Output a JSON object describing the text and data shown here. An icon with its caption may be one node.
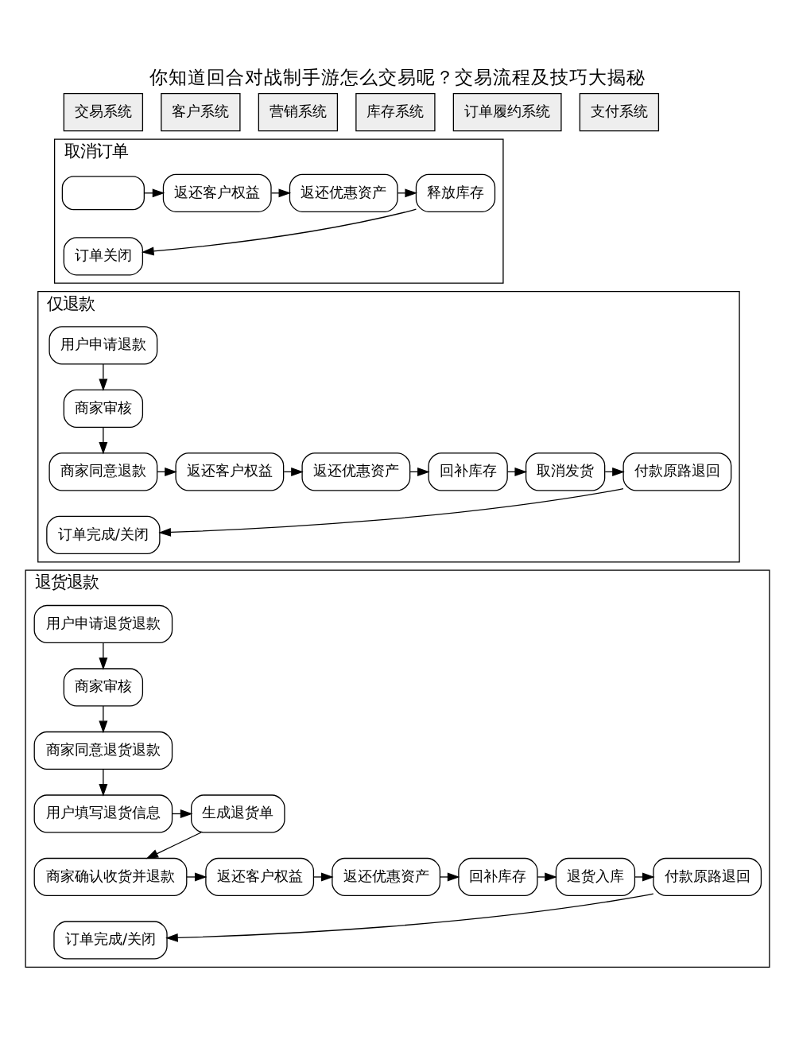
{
  "diagram": {
    "title": "你知道回合对战制手游怎么交易呢？交易流程及技巧大揭秘",
    "nodes": [
      {
        "text": [
          "取消订单"
        ]
      },
      {
        "text": [],
        "shape": "box",
        "in": 0
      },
      {
        "text": [
          "返还客户权益"
        ],
        "in": 0
      },
      {
        "text": [
          "返还优惠资产"
        ],
        "in": 0
      },
      {
        "text": [
          "释放库存"
        ],
        "in": 0
      },
      {
        "text": [
          "订单关闭"
        ],
        "in": 0
      },
      {
        "text": [
          "仅退款"
        ]
      },
      {
        "text": [
          "用户申请退款"
        ],
        "in": 6
      },
      {
        "text": [
          "商家审核"
        ],
        "in": 6
      },
      {
        "text": [
          "商家同意退款"
        ],
        "in": 6
      },
      {
        "text": [
          "返还客户权益"
        ],
        "in": 6
      },
      {
        "text": [
          "返还优惠资产"
        ],
        "in": 6
      },
      {
        "text": [
          "回补库存"
        ],
        "in": 6
      },
      {
        "text": [
          "取消发货"
        ],
        "in": 6
      },
      {
        "text": [
          "付款原路退回"
        ],
        "in": 6
      },
      {
        "text": [
          "订单完成/关闭"
        ],
        "in": 6
      },
      {
        "text": [
          "退货退款"
        ]
      },
      {
        "text": [
          "用户申请退货退款"
        ],
        "in": 16
      },
      {
        "text": [
          "商家审核"
        ],
        "in": 16
      },
      {
        "text": [
          "商家同意退货退款"
        ],
        "in": 16
      },
      {
        "text": [
          "用户填写退货信息"
        ],
        "in": 16
      },
      {
        "text": [
          "生成退货单"
        ],
        "in": 16
      },
      {
        "text": [
          "商家确认收货并退款"
        ],
        "in": 16
      },
      {
        "text": [
          "返还客户权益"
        ],
        "in": 16
      },
      {
        "text": [
          "返还优惠资产"
        ],
        "in": 16
      },
      {
        "text": [
          "回补库存"
        ],
        "in": 16
      },
      {
        "text": [
          "退货入库"
        ],
        "in": 16
      },
      {
        "text": [
          "付款原路退回"
        ],
        "in": 16
      },
      {
        "text": [
          "订单完成/关闭"
        ],
        "in": 16
      }
    ],
    "edges": [
      {
        "from": 1,
        "to": 2,
        "arrow": "to"
      },
      {
        "from": 2,
        "to": 3,
        "arrow": "to"
      },
      {
        "from": 3,
        "to": 4,
        "arrow": "to"
      },
      {
        "from": 4,
        "to": 5,
        "arrow": "to"
      },
      {
        "from": 7,
        "to": 8,
        "arrow": "to"
      },
      {
        "from": 8,
        "to": 9,
        "arrow": "to"
      },
      {
        "from": 9,
        "to": 10,
        "arrow": "to"
      },
      {
        "from": 10,
        "to": 11,
        "arrow": "to"
      },
      {
        "from": 11,
        "to": 12,
        "arrow": "to"
      },
      {
        "from": 12,
        "to": 13,
        "arrow": "to"
      },
      {
        "from": 13,
        "to": 14,
        "arrow": "to"
      },
      {
        "from": 14,
        "to": 15,
        "arrow": "to"
      },
      {
        "from": 17,
        "to": 18,
        "arrow": "to"
      },
      {
        "from": 18,
        "to": 19,
        "arrow": "to"
      },
      {
        "from": 19,
        "to": 20,
        "arrow": "to"
      },
      {
        "from": 20,
        "to": 21,
        "arrow": "to"
      },
      {
        "from": 21,
        "to": 22,
        "arrow": "to"
      },
      {
        "from": 22,
        "to": 23,
        "arrow": "to"
      },
      {
        "from": 23,
        "to": 24,
        "arrow": "to"
      },
      {
        "from": 24,
        "to": 25,
        "arrow": "to"
      },
      {
        "from": 25,
        "to": 26,
        "arrow": "to"
      },
      {
        "from": 26,
        "to": 27,
        "arrow": "to"
      },
      {
        "from": 27,
        "to": 28,
        "arrow": "to"
      }
    ],
    "labels": [
      "交易系统",
      "客户系统",
      "营销系统",
      "库存系统",
      "订单履约系统",
      "支付系统"
    ]
  }
}
